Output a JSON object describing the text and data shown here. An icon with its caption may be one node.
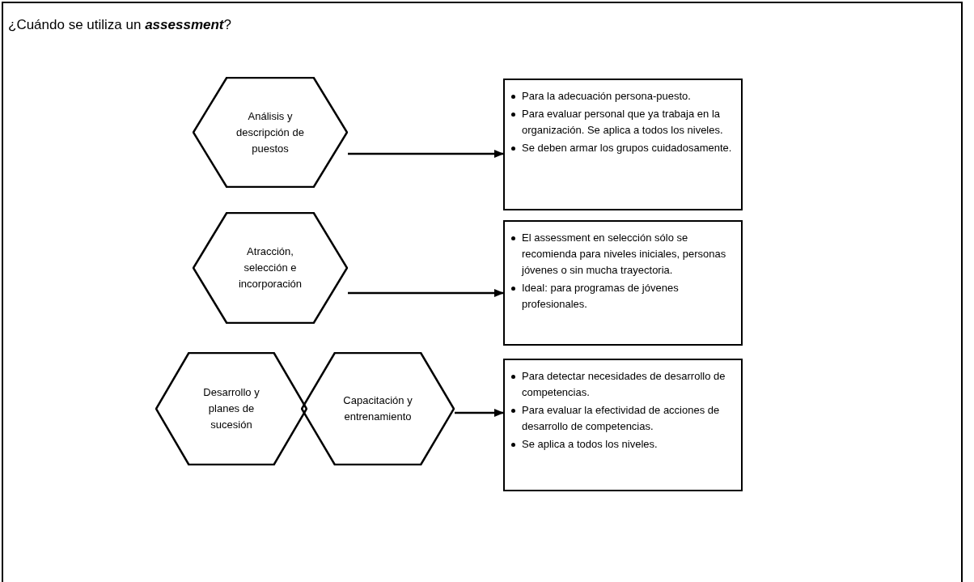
{
  "diagram": {
    "title": "¿Cuándo se utiliza un *assessment*?",
    "nodes": [
      {
        "text": [
          "Análisis y descripción de puestos"
        ]
      },
      {
        "text": [
          "Para la adecuación persona-puesto.",
          "Para evaluar personal que ya trabaja en la organización. Se aplica a todos los niveles.",
          "Se deben armar los grupos cuidadosamente."
        ]
      },
      {
        "text": [
          "Atracción, selección e incorporación"
        ]
      },
      {
        "text": [
          "El assessment en selección sólo se recomienda para niveles iniciales, personas jóvenes o sin mucha trayectoria.",
          "Ideal: para programas de jóvenes profesionales."
        ]
      },
      {
        "text": [
          "Desarrollo y planes de sucesión"
        ]
      },
      {
        "text": [
          "Capacitación y entrenamiento"
        ]
      },
      {
        "text": [
          "Para detectar necesidades de desarrollo de competencias.",
          "Para evaluar la efectividad de acciones de desarrollo de competencias.",
          "Se aplica a todos los niveles."
        ]
      }
    ],
    "edges": [
      {
        "from": 0,
        "to": 1,
        "arrow": "to"
      },
      {
        "from": 2,
        "to": 3,
        "arrow": "to"
      },
      {
        "from": 5,
        "to": 6,
        "arrow": "to"
      }
    ]
  }
}
